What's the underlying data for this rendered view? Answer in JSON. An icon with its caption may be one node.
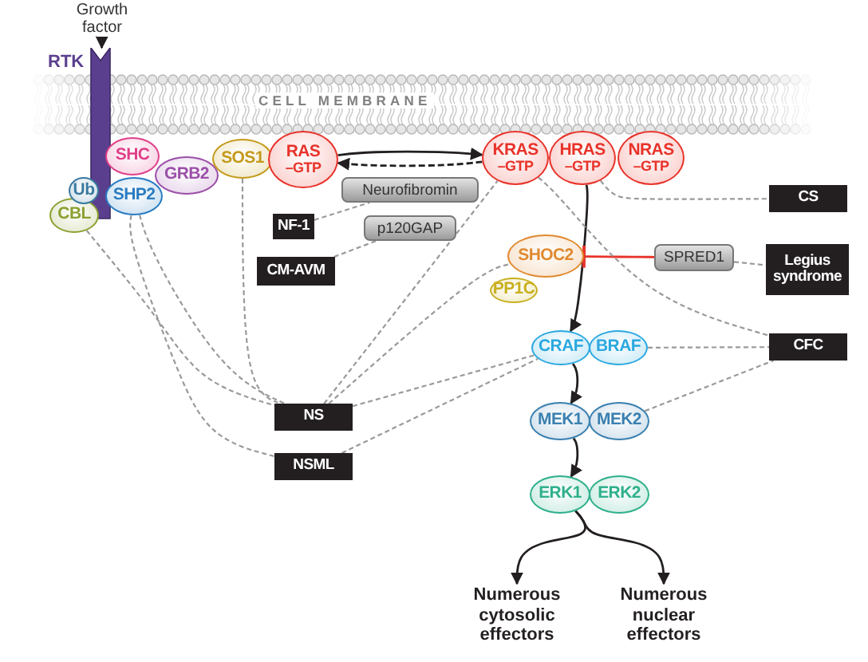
{
  "diagram": {
    "nodes": [
      {
        "text": [
          "Growth factor"
        ]
      },
      {
        "text": [
          "RTK"
        ]
      },
      {
        "text": [
          "SHC"
        ]
      },
      {
        "text": [
          "GRB2"
        ]
      },
      {
        "text": [
          "SOS1"
        ]
      },
      {
        "text": [
          "RAS",
          "–GTP"
        ]
      },
      {
        "text": [
          "KRAS",
          "–GTP"
        ]
      },
      {
        "text": [
          "HRAS",
          "–GTP"
        ]
      },
      {
        "text": [
          "NRAS",
          "–GTP"
        ]
      },
      {
        "text": [
          "Ub"
        ]
      },
      {
        "text": [
          "SHP2"
        ]
      },
      {
        "text": [
          "CBL"
        ]
      },
      {
        "text": [
          "Neurofibromin"
        ]
      },
      {
        "text": [
          "NF-1"
        ]
      },
      {
        "text": [
          "p120GAP"
        ]
      },
      {
        "text": [
          "CS"
        ]
      },
      {
        "text": [
          "CM-AVM"
        ]
      },
      {
        "text": [
          "SHOC2"
        ]
      },
      {
        "text": [
          "SPRED1"
        ]
      },
      {
        "text": [
          "Legius syndrome"
        ]
      },
      {
        "text": [
          "PP1C"
        ]
      },
      {
        "text": [
          "CRAF"
        ]
      },
      {
        "text": [
          "BRAF"
        ]
      },
      {
        "text": [
          "CFC"
        ]
      },
      {
        "text": [
          "NS"
        ]
      },
      {
        "text": [
          "NSML"
        ]
      },
      {
        "text": [
          "MEK1"
        ]
      },
      {
        "text": [
          "MEK2"
        ]
      },
      {
        "text": [
          "ERK1"
        ]
      },
      {
        "text": [
          "ERK2"
        ]
      },
      {
        "text": [
          "Numerous cytosolic effectors"
        ]
      },
      {
        "text": [
          "Numerous nuclear effectors"
        ]
      }
    ],
    "edges": [
      {
        "from": 0,
        "to": 1,
        "arrow": "to",
        "color": "#231f20"
      },
      {
        "from": 5,
        "to": 6,
        "arrow": "to",
        "color": "#231f20"
      },
      {
        "from": 6,
        "to": 5,
        "arrow": "to",
        "style": "dashed",
        "color": "#231f20"
      },
      {
        "from": 7,
        "to": 21,
        "arrow": "to",
        "color": "#231f20"
      },
      {
        "from": 18,
        "to": 17,
        "arrow": "other",
        "color": "#e8332a"
      },
      {
        "from": 21,
        "to": 26,
        "arrow": "to",
        "color": "#231f20"
      },
      {
        "from": 26,
        "to": 28,
        "arrow": "to",
        "color": "#231f20"
      },
      {
        "from": 28,
        "to": 30,
        "arrow": "to",
        "color": "#231f20"
      },
      {
        "from": 28,
        "to": 31,
        "arrow": "to",
        "color": "#231f20"
      },
      {
        "from": 13,
        "to": 12,
        "arrow": "none",
        "style": "dashed"
      },
      {
        "from": 16,
        "to": 14,
        "arrow": "none",
        "style": "dashed"
      },
      {
        "from": 7,
        "to": 15,
        "arrow": "none",
        "style": "dashed"
      },
      {
        "from": 18,
        "to": 19,
        "arrow": "none",
        "style": "dashed"
      },
      {
        "from": 11,
        "to": 24,
        "arrow": "none",
        "style": "dashed"
      },
      {
        "from": 10,
        "to": 24,
        "arrow": "none",
        "style": "dashed"
      },
      {
        "from": 10,
        "to": 25,
        "arrow": "none",
        "style": "dashed"
      },
      {
        "from": 4,
        "to": 24,
        "arrow": "none",
        "style": "dashed"
      },
      {
        "from": 24,
        "to": 6,
        "arrow": "none",
        "style": "dashed"
      },
      {
        "from": 24,
        "to": 17,
        "arrow": "none",
        "style": "dashed"
      },
      {
        "from": 24,
        "to": 21,
        "arrow": "none",
        "style": "dashed"
      },
      {
        "from": 25,
        "to": 21,
        "arrow": "none",
        "style": "dashed"
      },
      {
        "from": 6,
        "to": 23,
        "arrow": "none",
        "style": "dashed"
      },
      {
        "from": 22,
        "to": 23,
        "arrow": "none",
        "style": "dashed"
      },
      {
        "from": 27,
        "to": 23,
        "arrow": "none",
        "style": "dashed"
      }
    ],
    "labels": [
      "CELL MEMBRANE"
    ]
  }
}
